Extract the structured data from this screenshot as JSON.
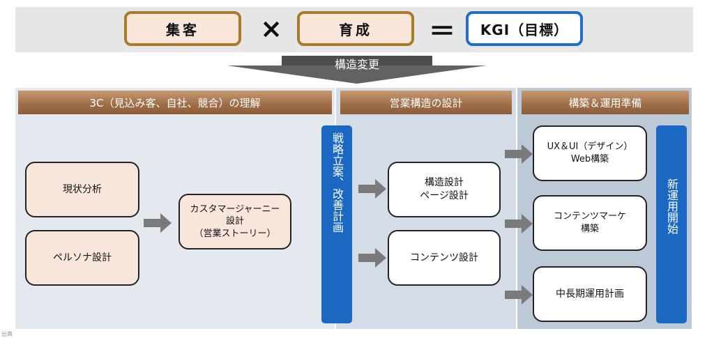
{
  "formula": {
    "term1": "集客",
    "multiply": "×",
    "term2": "育成",
    "equals": "＝",
    "result": "KGI（目標）"
  },
  "transition": {
    "label": "構造変更"
  },
  "columns": [
    {
      "header": "3C（見込み客、自社、競合）の理解"
    },
    {
      "header": "営業構造の設計"
    },
    {
      "header": "構築＆運用準備"
    }
  ],
  "nodes": {
    "current_analysis": "現状分析",
    "persona_design": "ペルソナ設計",
    "customer_journey": "カスタマージャーニー\n設計\n（営業ストーリー）",
    "structure_page_design": "構造設計\nページ設計",
    "content_design": "コンテンツ設計",
    "ux_ui_web": "UX＆UI（デザイン）\nWeb構築",
    "content_marketing": "コンテンツマーケ\n構築",
    "long_term_plan": "中長期運用計画"
  },
  "bars": {
    "strategy": "戦略立案、改善計画",
    "launch": "新運用開始"
  },
  "footer": {
    "mark": "出典"
  },
  "colors": {
    "brown_border": "#a87a2a",
    "blue": "#1a68c2",
    "beige_fill": "#f8e6db",
    "header_brown": "#a1704a",
    "arrow_gray": "#7a7a7a"
  }
}
